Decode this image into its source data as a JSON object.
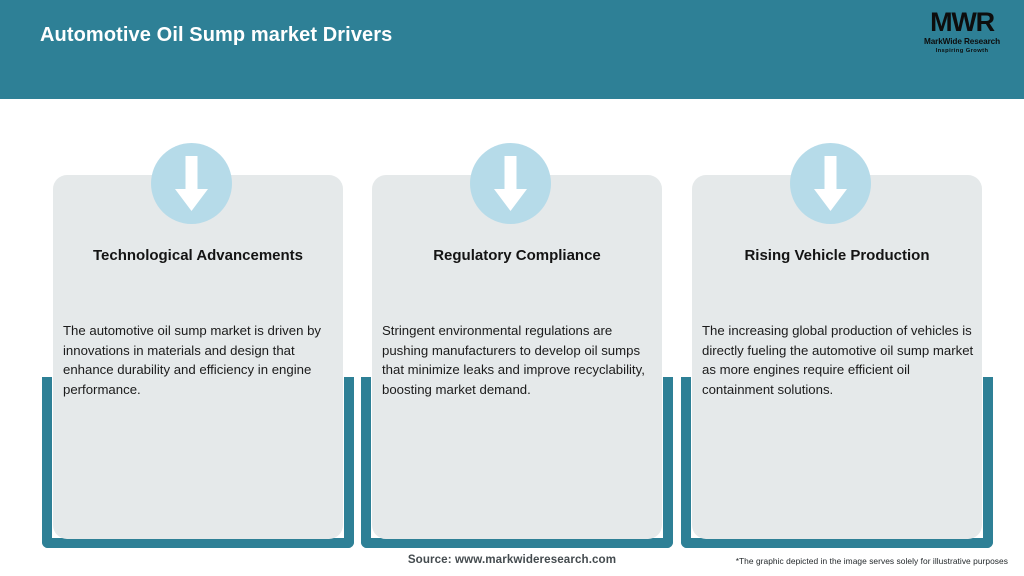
{
  "header": {
    "title": "Automotive Oil Sump market Drivers",
    "background_color": "#2e8096",
    "title_color": "#ffffff"
  },
  "logo": {
    "mark": "MWR",
    "name": "MarkWide Research",
    "tagline": "Inspiring Growth"
  },
  "theme": {
    "accent_teal": "#2e8096",
    "card_gray": "#e5e9ea",
    "icon_circle_blue": "#b6dbe9",
    "arrow_white": "#ffffff"
  },
  "cards": [
    {
      "icon": "arrow-down-icon",
      "title": "Technological Advancements",
      "body": "The automotive oil sump market is driven by innovations in materials and design that enhance durability and efficiency in engine performance."
    },
    {
      "icon": "arrow-down-icon",
      "title": "Regulatory Compliance",
      "body": "Stringent environmental regulations are pushing manufacturers to develop oil sumps that minimize leaks and improve recyclability, boosting market demand."
    },
    {
      "icon": "arrow-down-icon",
      "title": "Rising Vehicle Production",
      "body": "The increasing global production of vehicles is directly fueling the automotive oil sump market as more engines require efficient oil containment solutions."
    }
  ],
  "footer": {
    "source": "Source: www.markwideresearch.com",
    "disclaimer": "*The graphic depicted in the image serves solely for illustrative purposes"
  }
}
